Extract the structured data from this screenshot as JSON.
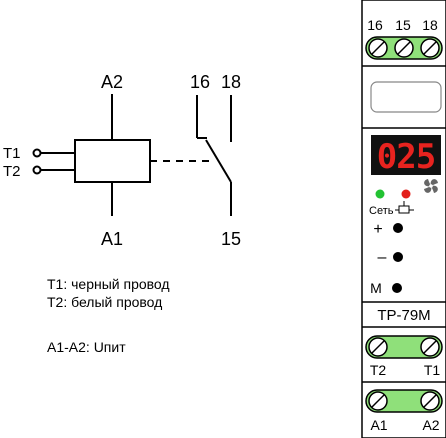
{
  "schematic": {
    "coil_top": "A2",
    "coil_bottom": "A1",
    "contact_left": "16",
    "contact_right": "18",
    "contact_common": "15",
    "input_t1": "T1",
    "input_t2": "T2"
  },
  "legend": {
    "line1": "T1: черный провод",
    "line2": "T2: белый провод",
    "line3": "A1-A2: Uпит"
  },
  "device": {
    "top_terminals": [
      "16",
      "15",
      "18"
    ],
    "display_value": "025",
    "power_label": "Сеть",
    "plus_label": "+",
    "minus_label": "–",
    "m_label": "M",
    "model": "TP-79M",
    "terminals_mid": [
      "T2",
      "T1"
    ],
    "terminals_bot": [
      "A1",
      "A2"
    ],
    "colors": {
      "display_bg": "#111111",
      "display_digits": "#e8231f",
      "led_green": "#22c232",
      "led_red": "#e3201b",
      "terminal_green": "#8fe07a"
    }
  }
}
